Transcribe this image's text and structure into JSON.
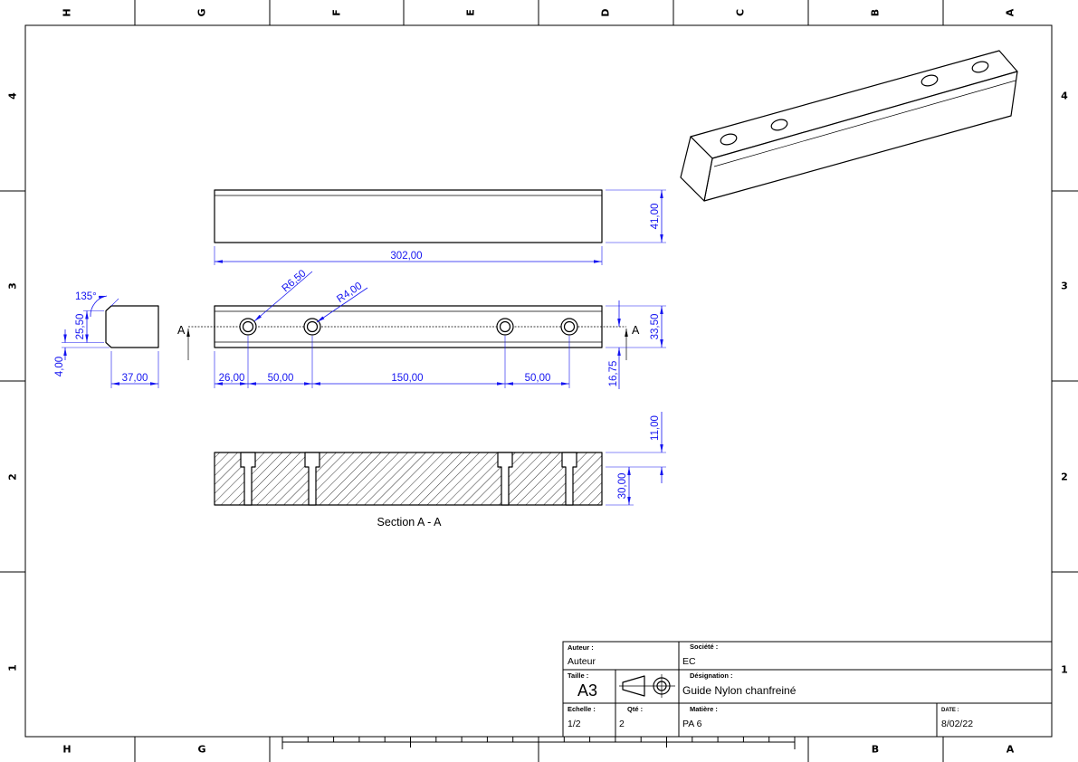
{
  "sheet": {
    "zones_top": [
      "H",
      "G",
      "F",
      "E",
      "D",
      "C",
      "B",
      "A"
    ],
    "zones_bottom": [
      "H",
      "G",
      "B",
      "A"
    ],
    "rows_left": [
      "4",
      "3",
      "2",
      "1"
    ],
    "rows_right": [
      "4",
      "3",
      "2",
      "1"
    ]
  },
  "colors": {
    "dimension": "#1414f0",
    "geometry": "#000000",
    "paper": "#ffffff"
  },
  "top_view": {
    "length": "302,00",
    "height": "41,00"
  },
  "front_view": {
    "radius_counterbore": "R6,50",
    "radius_hole": "R4,00",
    "height": "33,50",
    "axis_height": "16,75",
    "hole_positions": [
      "26,00",
      "50,00",
      "150,00",
      "50,00"
    ],
    "section_mark_left": "A",
    "section_mark_right": "A"
  },
  "profile_view": {
    "angle": "135°",
    "chamfer_height": "25,50",
    "offset": "4,00",
    "width": "37,00"
  },
  "section_view": {
    "title": "Section A - A",
    "counterbore_depth": "11,00",
    "depth": "30,00"
  },
  "title_block": {
    "author_label": "Auteur :",
    "author": "Auteur",
    "company_label": "Société :",
    "company": "EC",
    "size_label": "Taille :",
    "size": "A3",
    "designation_label": "Désignation :",
    "designation": "Guide Nylon chanfreiné",
    "scale_label": "Echelle :",
    "scale": "1/2",
    "quantity_label": "Qté :",
    "quantity": "2",
    "material_label": "Matière :",
    "material": "PA 6",
    "date_label": "DATE :",
    "date": "8/02/22"
  }
}
